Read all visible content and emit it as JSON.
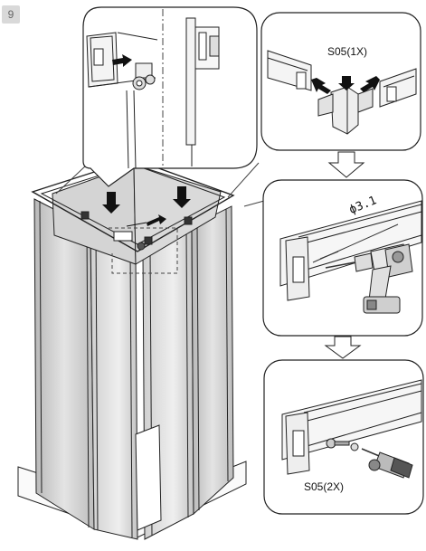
{
  "step": {
    "number": "9"
  },
  "callouts": {
    "part_top": "S05(1X)",
    "drill_size": "ϕ3.1",
    "part_bottom": "S05(2X)"
  },
  "colors": {
    "line": "#222222",
    "glass": "#c9c9c9",
    "glass_light": "#e6e6e6",
    "frame": "#f2f2f2",
    "badge": "#d9d9d9"
  },
  "icons": [
    "down-arrow-icon",
    "right-arrow-icon",
    "flow-arrow-icon",
    "drill-icon",
    "screw-icon",
    "screwdriver-icon"
  ]
}
